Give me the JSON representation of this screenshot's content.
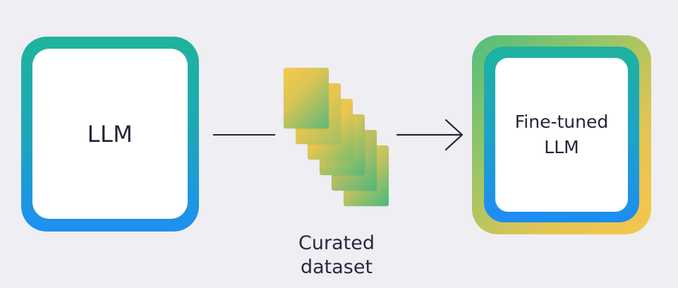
{
  "diagram": {
    "source_label": "LLM",
    "dataset_label": "Curated\ndataset",
    "target_label": "Fine-tuned\nLLM"
  },
  "icons": {
    "dataset": "stacked-cards-icon",
    "arrow": "right-arrow-icon"
  },
  "colors": {
    "background": "#efeef3",
    "teal_blue_gradient_start": "#1fb39c",
    "teal_blue_gradient_end": "#1e90f2",
    "yellow": "#f6c84a",
    "green": "#49b97c",
    "text": "#25223b"
  }
}
